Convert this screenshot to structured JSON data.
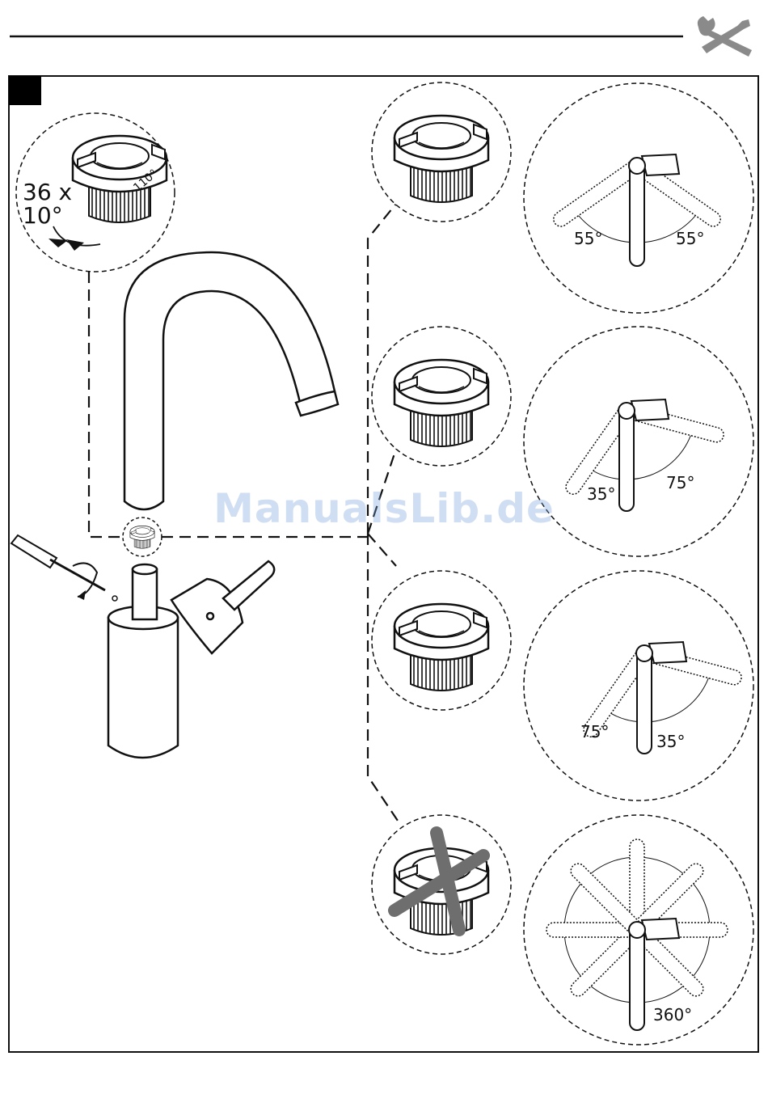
{
  "header": {
    "tools_icon": "wrench-screwdriver-icon"
  },
  "step": {
    "marker_color": "#000000"
  },
  "ring_main": {
    "count_label": "36 x",
    "angle_label": "10°",
    "ring_mark": "110°"
  },
  "options": [
    {
      "left_angle": "55°",
      "right_angle": "55°"
    },
    {
      "left_angle": "35°",
      "right_angle": "75°"
    },
    {
      "left_angle": "75°",
      "right_angle": "35°"
    },
    {
      "full_angle": "360°"
    }
  ],
  "watermark": "ManualsLib.de"
}
